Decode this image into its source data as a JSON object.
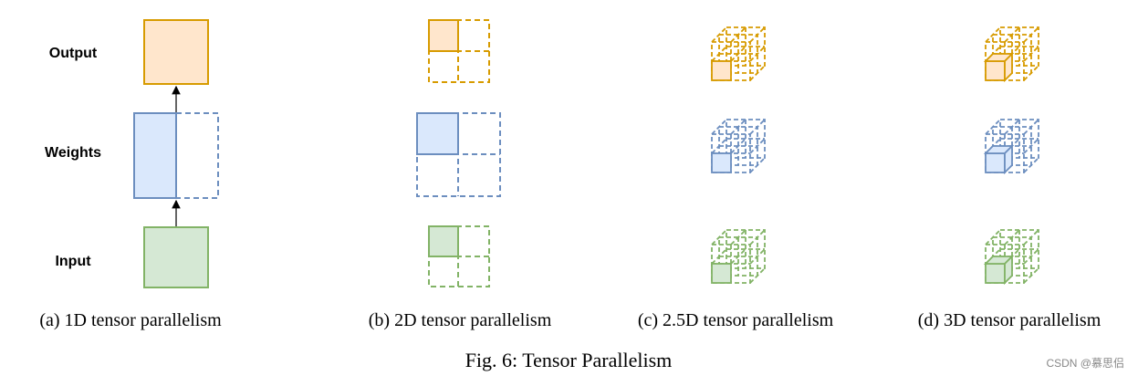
{
  "row_labels": {
    "output": "Output",
    "weights": "Weights",
    "input": "Input"
  },
  "captions": {
    "a": "(a) 1D tensor parallelism",
    "b": "(b) 2D tensor parallelism",
    "c": "(c) 2.5D tensor parallelism",
    "d": "(d) 3D tensor parallelism"
  },
  "figure_caption": "Fig. 6: Tensor Parallelism",
  "watermark": "CSDN @慕思侣",
  "colors": {
    "output_stroke": "#d79b00",
    "output_fill": "#ffe6cc",
    "weights_stroke": "#6c8ebf",
    "weights_fill": "#dae8fc",
    "input_stroke": "#82b366",
    "input_fill": "#d5e8d4",
    "arrow": "#000000"
  }
}
